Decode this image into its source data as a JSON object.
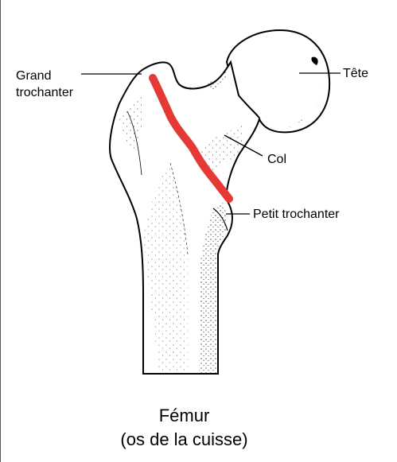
{
  "labels": {
    "grand_trochanter_line1": "Grand",
    "grand_trochanter_line2": "trochanter",
    "tete": "Tête",
    "col": "Col",
    "petit_trochanter": "Petit trochanter"
  },
  "caption": {
    "title": "Fémur",
    "subtitle": "(os de la cuisse)"
  },
  "colors": {
    "fracture_line": "#e53935",
    "outline": "#000000",
    "background": "#ffffff"
  },
  "icons": {
    "bone": "femur-illustration",
    "fracture": "fracture-line"
  }
}
